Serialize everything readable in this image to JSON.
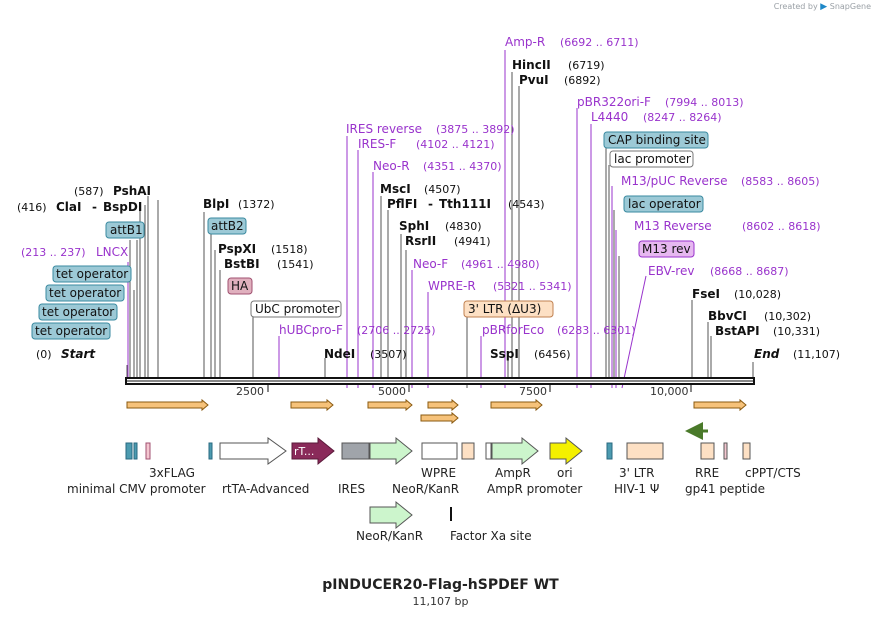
{
  "app": {
    "credit_prefix": "Created by",
    "credit_brand": "SnapGene",
    "plasmid_name": "pINDUCER20-Flag-hSPDEF WT",
    "plasmid_length": "11,107 bp"
  },
  "colors": {
    "enzyme": "#111111",
    "primer": "#9933cc",
    "feature_blue_fill": "#9cc9d6",
    "feature_blue_stroke": "#3a8aa0",
    "feature_pink_fill": "#f4c6d0",
    "feature_orange_fill": "#fde0c4",
    "orf_fill": "#f6c27a",
    "backbone": "#111111"
  },
  "enzymes": [
    {
      "pos": "(587)",
      "name": "PshAI"
    },
    {
      "pos": "(416)",
      "name": "ClaI",
      "name2": "BspDI"
    },
    {
      "pos": "(1372)",
      "name": "BlpI"
    },
    {
      "pos": "(1518)",
      "name": "PspXI"
    },
    {
      "pos": "(1541)",
      "name": "BstBI"
    },
    {
      "pos": "(0)",
      "name": "Start"
    },
    {
      "pos": "(3507)",
      "name": "NdeI"
    },
    {
      "pos": "(4507)",
      "name": "MscI"
    },
    {
      "pos": "(4543)",
      "name": "PflFI",
      "name2": "Tth111I"
    },
    {
      "pos": "(4830)",
      "name": "SphI"
    },
    {
      "pos": "(4941)",
      "name": "RsrII"
    },
    {
      "pos": "(6719)",
      "name": "HincII"
    },
    {
      "pos": "(6892)",
      "name": "PvuI"
    },
    {
      "pos": "(6456)",
      "name": "SspI"
    },
    {
      "pos": "(10,028)",
      "name": "FseI"
    },
    {
      "pos": "(10,302)",
      "name": "BbvCI"
    },
    {
      "pos": "(10,331)",
      "name": "BstAPI"
    },
    {
      "pos": "(11,107)",
      "name": "End"
    }
  ],
  "primers": [
    {
      "name": "Amp-R",
      "range": "(6692 .. 6711)"
    },
    {
      "name": "pBR322ori-F",
      "range": "(7994 .. 8013)"
    },
    {
      "name": "L4440",
      "range": "(8247 .. 8264)"
    },
    {
      "name": "IRES reverse",
      "range": "(3875 .. 3892)"
    },
    {
      "name": "IRES-F",
      "range": "(4102 .. 4121)"
    },
    {
      "name": "Neo-R",
      "range": "(4351 .. 4370)"
    },
    {
      "name": "M13/pUC Reverse",
      "range": "(8583 .. 8605)"
    },
    {
      "name": "M13 Reverse",
      "range": "(8602 .. 8618)"
    },
    {
      "name": "EBV-rev",
      "range": "(8668 .. 8687)"
    },
    {
      "name": "LNCX",
      "range": "(213 .. 237)"
    },
    {
      "name": "Neo-F",
      "range": "(4961 .. 4980)"
    },
    {
      "name": "WPRE-R",
      "range": "(5321 .. 5341)"
    },
    {
      "name": "hUBCpro-F",
      "range": "(2706 .. 2725)"
    },
    {
      "name": "pBRforEco",
      "range": "(6283 .. 6301)"
    }
  ],
  "feature_labels_top": [
    "attB1",
    "attB2",
    "tet operator",
    "tet operator",
    "tet operator",
    "tet operator",
    "HA",
    "UbC promoter",
    "3' LTR (ΔU3)",
    "CAP binding site",
    "lac promoter",
    "lac operator",
    "M13 rev"
  ],
  "ruler": [
    "2500",
    "5000",
    "7500",
    "10,000"
  ],
  "features_bottom": [
    "3xFLAG",
    "minimal CMV promoter",
    "rtTA-Advanced",
    "rT...",
    "IRES",
    "NeoR/KanR",
    "WPRE",
    "AmpR",
    "AmpR promoter",
    "ori",
    "3' LTR",
    "HIV-1 Ψ",
    "RRE",
    "gp41 peptide",
    "cPPT/CTS",
    "NeoR/KanR",
    "Factor Xa site"
  ]
}
